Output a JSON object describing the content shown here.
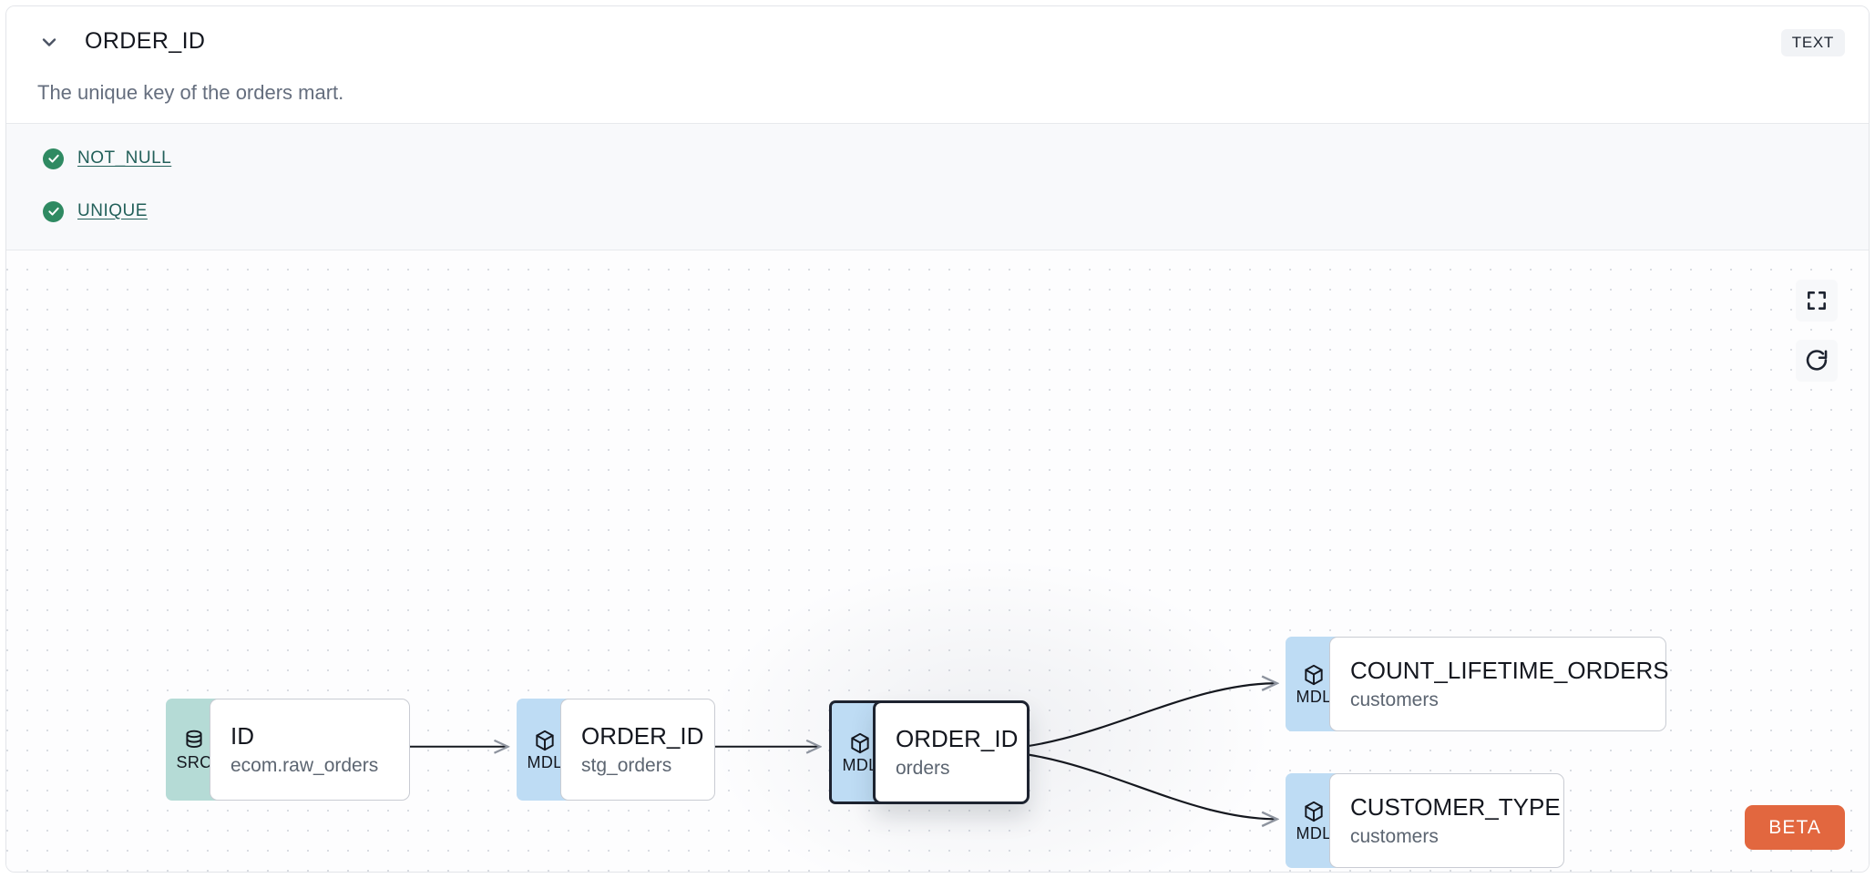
{
  "header": {
    "column_name": "ORDER_ID",
    "description": "The unique key of the orders mart.",
    "type_badge": "TEXT",
    "chevron_icon": "chevron-down-icon"
  },
  "tests": {
    "items": [
      {
        "label": "NOT_NULL",
        "status_icon": "check-circle-icon",
        "status": "passed"
      },
      {
        "label": "UNIQUE",
        "status_icon": "check-circle-icon",
        "status": "passed"
      }
    ]
  },
  "lineage": {
    "nodes": [
      {
        "id": "src",
        "badge": "SRC",
        "badge_icon": "database-icon",
        "name": "ID",
        "sub": "ecom.raw_orders",
        "selected": false
      },
      {
        "id": "stg",
        "badge": "MDL",
        "badge_icon": "cube-icon",
        "name": "ORDER_ID",
        "sub": "stg_orders",
        "selected": false
      },
      {
        "id": "orders",
        "badge": "MDL",
        "badge_icon": "cube-icon",
        "name": "ORDER_ID",
        "sub": "orders",
        "selected": true
      },
      {
        "id": "count",
        "badge": "MDL",
        "badge_icon": "cube-icon",
        "name": "COUNT_LIFETIME_ORDERS",
        "sub": "customers",
        "selected": false
      },
      {
        "id": "custtype",
        "badge": "MDL",
        "badge_icon": "cube-icon",
        "name": "CUSTOMER_TYPE",
        "sub": "customers",
        "selected": false
      }
    ],
    "toolbar": [
      {
        "id": "fit-view",
        "icon": "fit-screen-icon"
      },
      {
        "id": "reload",
        "icon": "refresh-icon"
      }
    ],
    "beta_label": "BETA"
  },
  "colors": {
    "src_badge": "#b5dbd6",
    "mdl_badge": "#bedcf4",
    "test_pass": "#2f8a62",
    "test_link": "#23605a",
    "beta": "#e2673f",
    "selected_border": "#1d2330"
  }
}
